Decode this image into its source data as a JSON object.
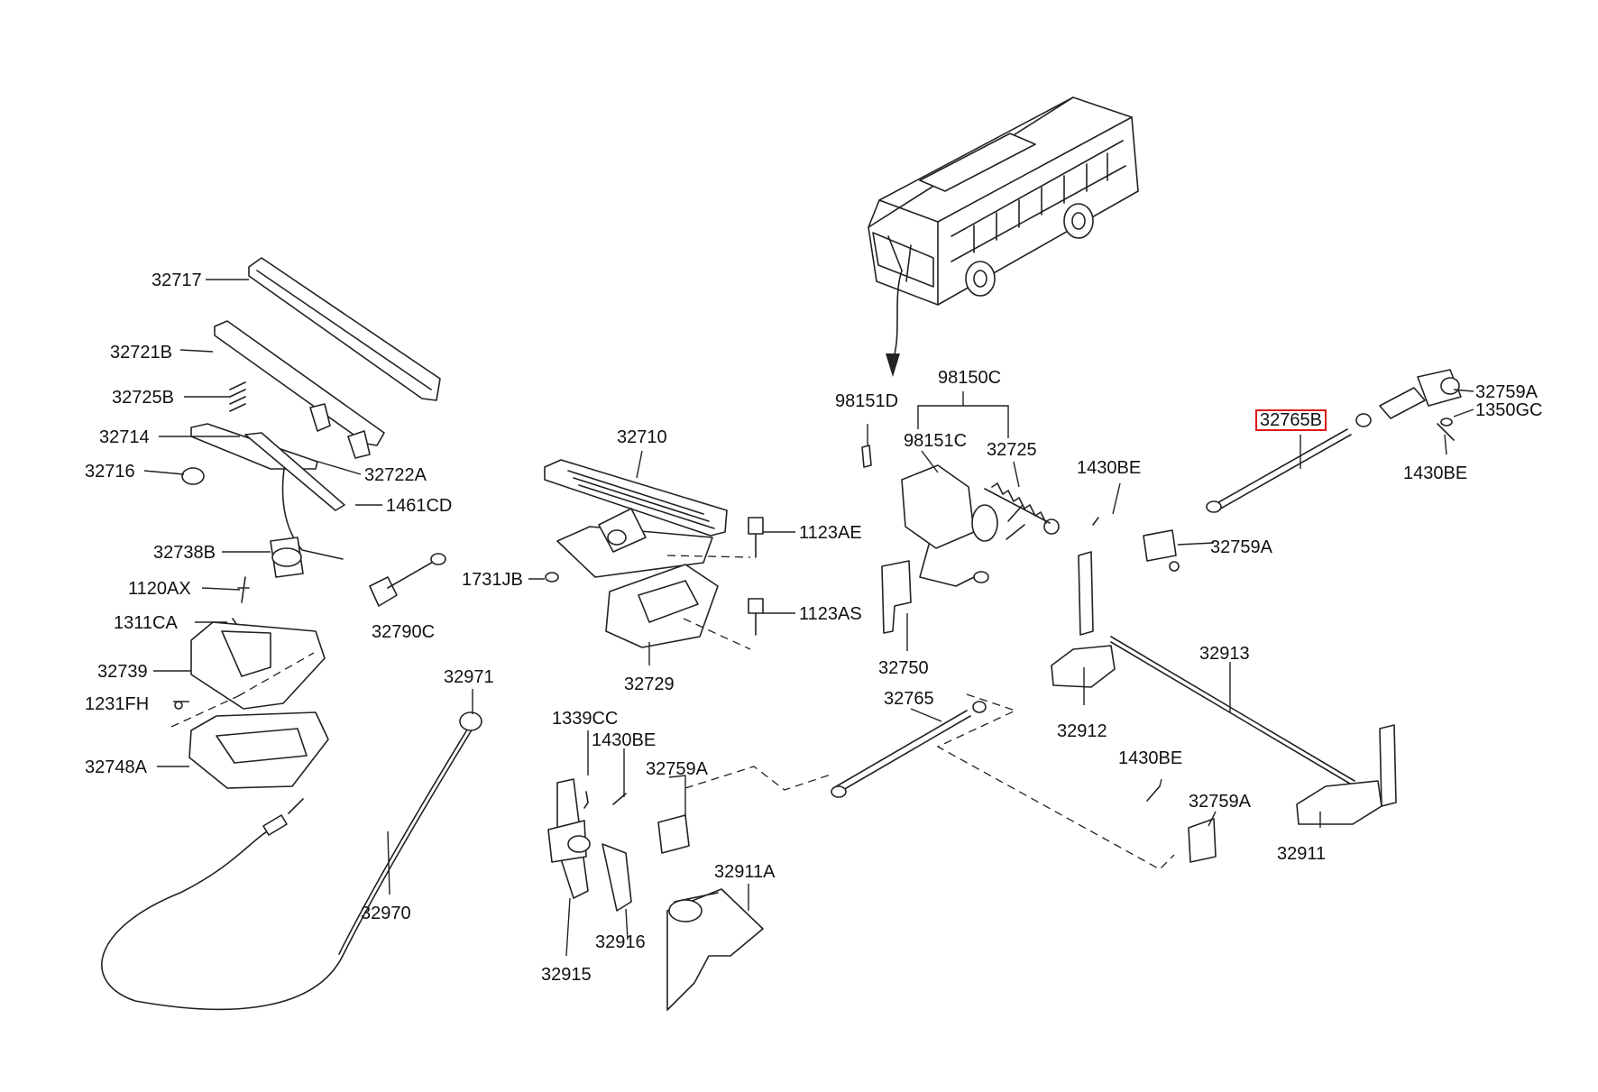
{
  "highlight_color": "#e01818",
  "labels": {
    "p32717": "32717",
    "p32721B": "32721B",
    "p32725B": "32725B",
    "p32714": "32714",
    "p32716": "32716",
    "p32722A": "32722A",
    "p1461CD": "1461CD",
    "p32738B": "32738B",
    "p1120AX": "1120AX",
    "p1311CA": "1311CA",
    "p32739": "32739",
    "p1231FH": "1231FH",
    "p32748A": "32748A",
    "p32790C": "32790C",
    "p32971": "32971",
    "p32970": "32970",
    "p32710": "32710",
    "p1731JB": "1731JB",
    "p1123AE": "1123AE",
    "p1123AS": "1123AS",
    "p32729": "32729",
    "p1339CC": "1339CC",
    "p1430BE_a": "1430BE",
    "p32759A_a": "32759A",
    "p32915": "32915",
    "p32916": "32916",
    "p32911A": "32911A",
    "p98151D": "98151D",
    "p98150C": "98150C",
    "p98151C": "98151C",
    "p32725": "32725",
    "p32750": "32750",
    "p32765": "32765",
    "p1430BE_b": "1430BE",
    "p32765B": "32765B",
    "p32759A_b": "32759A",
    "p1350GC": "1350GC",
    "p1430BE_c": "1430BE",
    "p32759A_c": "32759A",
    "p32913": "32913",
    "p32912": "32912",
    "p1430BE_d": "1430BE",
    "p32759A_d": "32759A",
    "p32911": "32911"
  }
}
